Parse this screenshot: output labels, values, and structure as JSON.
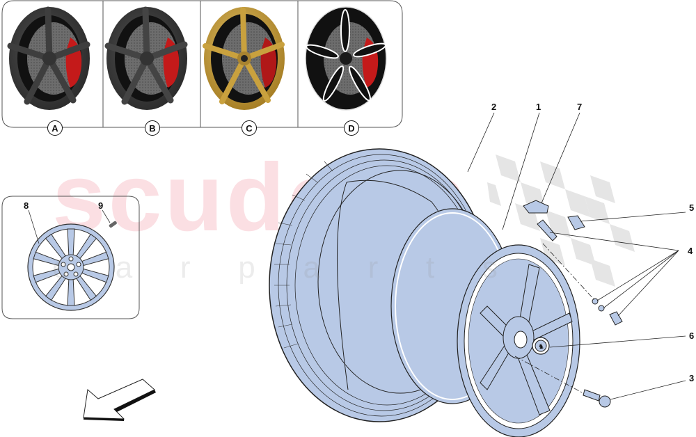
{
  "diagram": {
    "type": "exploded-parts-view",
    "subject": "wheel and tyre assembly",
    "colors": {
      "part_fill": "#b8c9e6",
      "outline": "#1a1a1a",
      "watermark_red": "#e85064",
      "checker_gray": "#d6d6d6",
      "caliper_red": "#c41a1a",
      "gold": "#c9a13e",
      "dark_wheel": "#3a3a3a"
    },
    "watermark": {
      "main": "scuderia",
      "sub": [
        "c",
        "a",
        "r",
        "p",
        "a",
        "r",
        "t",
        "s"
      ]
    },
    "variants_panel": {
      "items": [
        {
          "id": "A",
          "label": "A",
          "finish": "matte dark grey, red caliper"
        },
        {
          "id": "B",
          "label": "B",
          "finish": "dark grey, red caliper"
        },
        {
          "id": "C",
          "label": "C",
          "finish": "gold, red caliper"
        },
        {
          "id": "D",
          "label": "D",
          "finish": "black with white-outlined spokes, red caliper"
        }
      ]
    },
    "spare_panel": {
      "callouts": [
        {
          "number": "8",
          "part": "spare wheel"
        },
        {
          "number": "9",
          "part": "valve"
        }
      ]
    },
    "callouts": [
      {
        "number": "1",
        "part": "wheel rim"
      },
      {
        "number": "2",
        "part": "tyre"
      },
      {
        "number": "3",
        "part": "wheel bolt"
      },
      {
        "number": "4",
        "part": "valve components"
      },
      {
        "number": "5",
        "part": "sensor pad"
      },
      {
        "number": "6",
        "part": "centre cap"
      },
      {
        "number": "7",
        "part": "pressure sensor"
      }
    ],
    "direction_arrow": "front-of-vehicle-arrow"
  }
}
